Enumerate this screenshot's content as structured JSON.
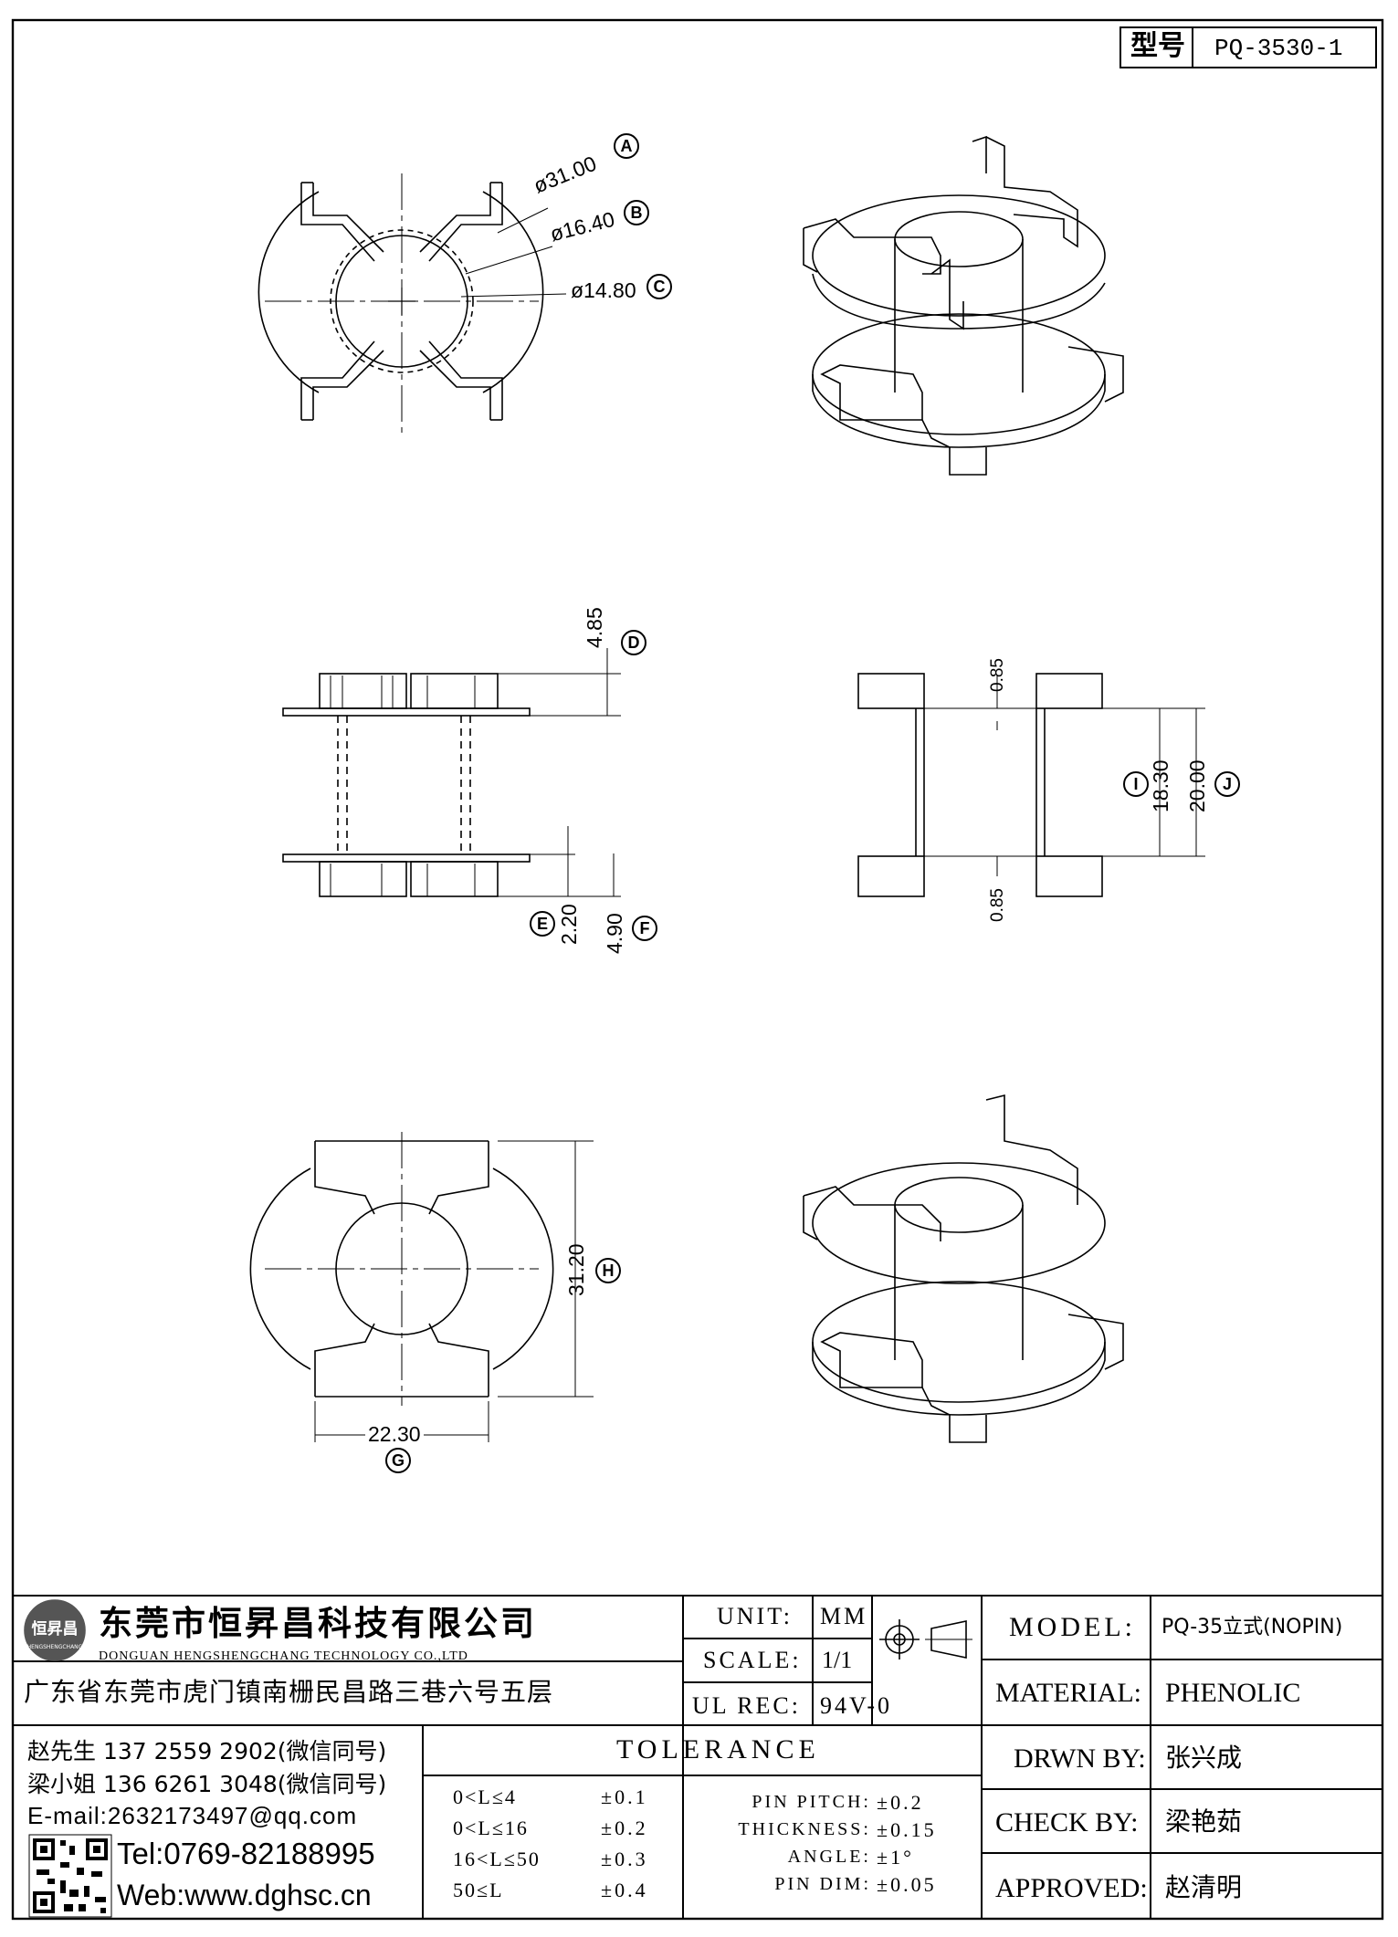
{
  "title_block": {
    "model_no_label": "型号",
    "model_no": "PQ-3530-1"
  },
  "dimensions": {
    "a": {
      "value": "ø31.00",
      "tag": "A"
    },
    "b": {
      "value": "ø16.40",
      "tag": "B"
    },
    "c": {
      "value": "ø14.80",
      "tag": "C"
    },
    "d": {
      "value": "4.85",
      "tag": "D"
    },
    "e": {
      "value": "2.20",
      "tag": "E"
    },
    "f": {
      "value": "4.90",
      "tag": "F"
    },
    "g": {
      "value": "22.30",
      "tag": "G"
    },
    "h": {
      "value": "31.20",
      "tag": "H"
    },
    "i": {
      "value": "18.30",
      "tag": "I"
    },
    "j": {
      "value": "20.00",
      "tag": "J"
    },
    "top_085": "0.85",
    "bottom_085": "0.85"
  },
  "company": {
    "logo_text": "恒昇昌",
    "logo_sub": "HENGSHENGCHANG",
    "name_cn": "东莞市恒昇昌科技有限公司",
    "name_en": "DONGUAN HENGSHENGCHANG TECHNOLOGY CO.,LTD",
    "address": "广东省东莞市虎门镇南栅民昌路三巷六号五层",
    "contact1": "赵先生 137 2559 2902(微信同号)",
    "contact2": "梁小姐 136 6261 3048(微信同号)",
    "email": "E-mail:2632173497@qq.com",
    "tel": "Tel:0769-82188995",
    "web": "Web:www.dghsc.cn"
  },
  "spec": {
    "unit_label": "UNIT:",
    "unit_value": "MM",
    "scale_label": "SCALE:",
    "scale_value": "1/1",
    "ul_label": "UL REC:",
    "ul_value": "94V-0",
    "tolerance_title": "TOLERANCE",
    "tolerance_rows": [
      {
        "range": "0<L≤4",
        "tol": "±0.1"
      },
      {
        "range": "0<L≤16",
        "tol": "±0.2"
      },
      {
        "range": "16<L≤50",
        "tol": "±0.3"
      },
      {
        "range": "50≤L",
        "tol": "±0.4"
      }
    ],
    "pitch_rows": [
      {
        "label": "PIN PITCH:",
        "tol": "±0.2"
      },
      {
        "label": "THICKNESS:",
        "tol": "±0.15"
      },
      {
        "label": "ANGLE:",
        "tol": "±1°"
      },
      {
        "label": "PIN DIM:",
        "tol": "±0.05"
      }
    ]
  },
  "info": {
    "model_label": "MODEL:",
    "model_value": "PQ-35立式(NOPIN)",
    "material_label": "MATERIAL:",
    "material_value": "PHENOLIC",
    "drawn_label": "DRWN BY:",
    "drawn_value": "张兴成",
    "check_label": "CHECK BY:",
    "check_value": "梁艳茹",
    "approved_label": "APPROVED:",
    "approved_value": "赵清明"
  }
}
